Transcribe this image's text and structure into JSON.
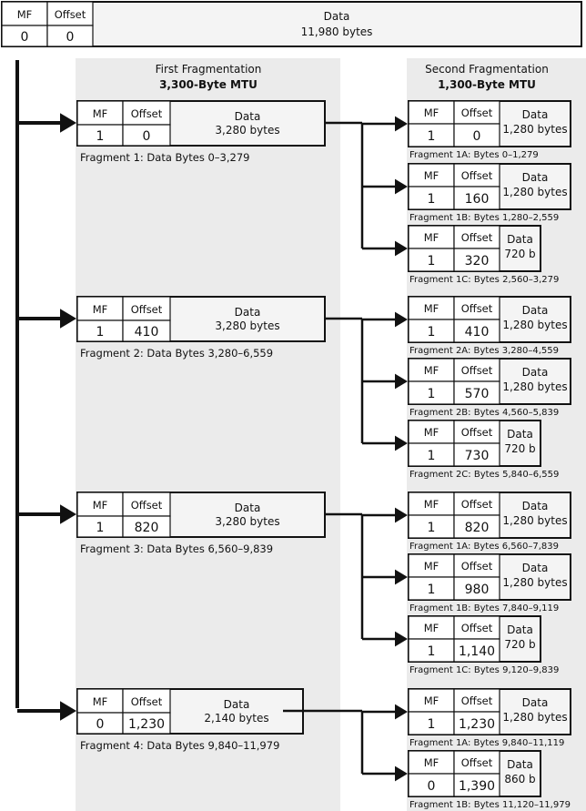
{
  "header": {
    "mf_label": "MF",
    "offset_label": "Offset",
    "data_label": "Data",
    "mf": "0",
    "offset": "0",
    "data": "11,980 bytes"
  },
  "first": {
    "title": "First Fragmentation",
    "subtitle": "3,300-Byte MTU",
    "fragments": [
      {
        "mf": "1",
        "offset": "0",
        "data": "3,280 bytes",
        "caption": "Fragment 1: Data Bytes 0–3,279"
      },
      {
        "mf": "1",
        "offset": "410",
        "data": "3,280 bytes",
        "caption": "Fragment 2: Data Bytes 3,280–6,559"
      },
      {
        "mf": "1",
        "offset": "820",
        "data": "3,280 bytes",
        "caption": "Fragment 3: Data Bytes 6,560–9,839"
      },
      {
        "mf": "0",
        "offset": "1,230",
        "data": "2,140 bytes",
        "caption": "Fragment 4: Data Bytes 9,840–11,979"
      }
    ]
  },
  "second": {
    "title": "Second Fragmentation",
    "subtitle": "1,300-Byte MTU",
    "groups": [
      [
        {
          "mf": "1",
          "offset": "0",
          "data": "1,280 bytes",
          "caption": "Fragment 1A: Bytes 0–1,279"
        },
        {
          "mf": "1",
          "offset": "160",
          "data": "1,280 bytes",
          "caption": "Fragment 1B: Bytes 1,280–2,559"
        },
        {
          "mf": "1",
          "offset": "320",
          "data": "720 b",
          "caption": "Fragment 1C: Bytes 2,560–3,279"
        }
      ],
      [
        {
          "mf": "1",
          "offset": "410",
          "data": "1,280 bytes",
          "caption": "Fragment 2A: Bytes 3,280–4,559"
        },
        {
          "mf": "1",
          "offset": "570",
          "data": "1,280 bytes",
          "caption": "Fragment 2B: Bytes 4,560–5,839"
        },
        {
          "mf": "1",
          "offset": "730",
          "data": "720 b",
          "caption": "Fragment 2C: Bytes 5,840–6,559"
        }
      ],
      [
        {
          "mf": "1",
          "offset": "820",
          "data": "1,280 bytes",
          "caption": "Fragment 1A: Bytes 6,560–7,839"
        },
        {
          "mf": "1",
          "offset": "980",
          "data": "1,280 bytes",
          "caption": "Fragment 1B: Bytes 7,840–9,119"
        },
        {
          "mf": "1",
          "offset": "1,140",
          "data": "720 b",
          "caption": "Fragment 1C: Bytes 9,120–9,839"
        }
      ],
      [
        {
          "mf": "1",
          "offset": "1,230",
          "data": "1,280 bytes",
          "caption": "Fragment 1A: Bytes 9,840–11,119"
        },
        {
          "mf": "0",
          "offset": "1,390",
          "data": "860 b",
          "caption": "Fragment 1B: Bytes 11,120–11,979"
        }
      ]
    ]
  },
  "colors": {
    "panel": "#ebebeb",
    "cell_fill": "#ffffff",
    "data_fill": "#f4f4f4",
    "line": "#111111"
  }
}
